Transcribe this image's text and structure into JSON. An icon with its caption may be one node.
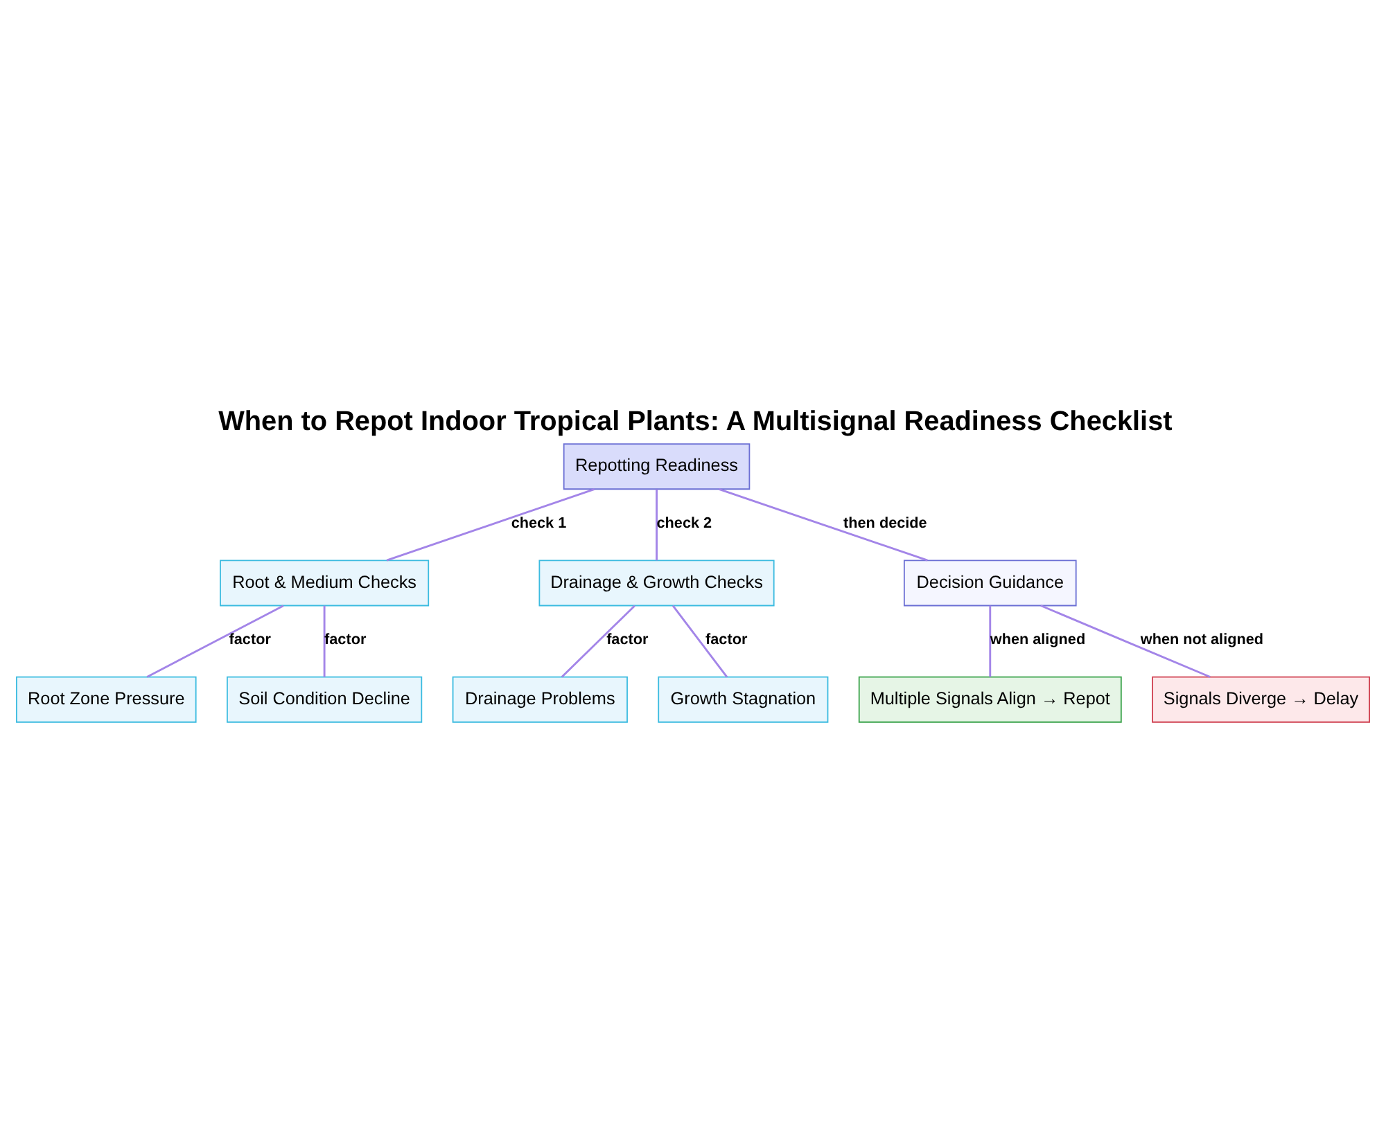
{
  "diagram": {
    "title": "When to Repot Indoor Tropical Plants: A Multisignal Readiness Checklist",
    "nodes": [
      {
        "text": [
          "Repotting Readiness"
        ]
      },
      {
        "text": [
          "Root & Medium Checks"
        ]
      },
      {
        "text": [
          "Drainage & Growth Checks"
        ]
      },
      {
        "text": [
          "Decision Guidance"
        ]
      },
      {
        "text": [
          "Root Zone Pressure"
        ]
      },
      {
        "text": [
          "Soil Condition Decline"
        ]
      },
      {
        "text": [
          "Drainage Problems"
        ]
      },
      {
        "text": [
          "Growth Stagnation"
        ]
      },
      {
        "text": [
          "Multiple Signals Align → Repot"
        ]
      },
      {
        "text": [
          "Signals Diverge → Delay"
        ]
      }
    ],
    "edges": [
      {
        "from": 0,
        "to": 1,
        "arrow": "none",
        "label": "check 1"
      },
      {
        "from": 0,
        "to": 2,
        "arrow": "none",
        "label": "check 2"
      },
      {
        "from": 0,
        "to": 3,
        "arrow": "none",
        "label": "then decide"
      },
      {
        "from": 1,
        "to": 4,
        "arrow": "none",
        "label": "factor"
      },
      {
        "from": 1,
        "to": 5,
        "arrow": "none",
        "label": "factor"
      },
      {
        "from": 2,
        "to": 6,
        "arrow": "none",
        "label": "factor"
      },
      {
        "from": 2,
        "to": 7,
        "arrow": "none",
        "label": "factor"
      },
      {
        "from": 3,
        "to": 8,
        "arrow": "none",
        "label": "when aligned"
      },
      {
        "from": 3,
        "to": 9,
        "arrow": "none",
        "label": "when not aligned"
      }
    ]
  }
}
